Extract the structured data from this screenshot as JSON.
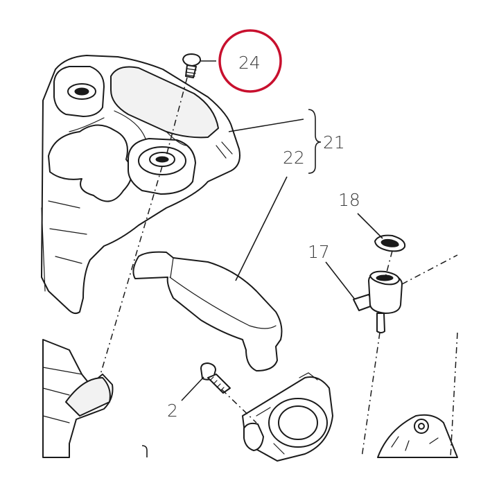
{
  "callouts": {
    "c24": "24",
    "c21": "21",
    "c22": "22",
    "c18": "18",
    "c17": "17",
    "c2": "2"
  },
  "highlight": {
    "target": "24",
    "color": "#c8102e"
  },
  "colors": {
    "line": "#1a1a1a",
    "label": "#3a3a3a",
    "background": "#ffffff"
  }
}
